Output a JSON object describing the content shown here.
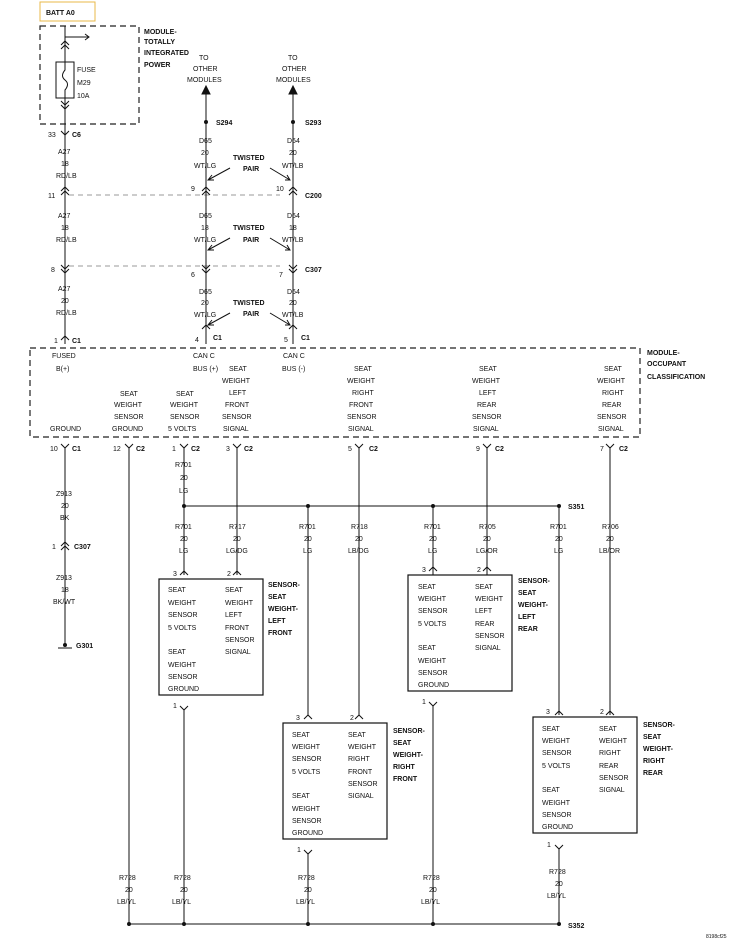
{
  "header": {
    "batt": "BATT A0"
  },
  "tipm": {
    "title": [
      "MODULE-",
      "TOTALLY",
      "INTEGRATED",
      "POWER"
    ],
    "fuse": [
      "FUSE",
      "M29",
      "10A"
    ]
  },
  "to_other": [
    "TO",
    "OTHER",
    "MODULES"
  ],
  "splices": {
    "s294": "S294",
    "s293": "S293",
    "s351": "S351",
    "s352": "S352"
  },
  "connectors": {
    "c6": "C6",
    "c200": "C200",
    "c307": "C307",
    "c1": "C1",
    "c2": "C2"
  },
  "twisted": [
    "TWISTED",
    "PAIR"
  ],
  "wires": {
    "a27_18": [
      "A27",
      "18",
      "RD/LB"
    ],
    "a27_20": [
      "A27",
      "20",
      "RD/LB"
    ],
    "d65_20": [
      "D65",
      "20",
      "WT/LG"
    ],
    "d65_18": [
      "D65",
      "18",
      "WT/LG"
    ],
    "d64_20": [
      "D64",
      "20",
      "WT/LB"
    ],
    "d64_18": [
      "D64",
      "18",
      "WT/LB"
    ],
    "z913_20": [
      "Z913",
      "20",
      "BK"
    ],
    "z913_18": [
      "Z913",
      "18",
      "BK/WT"
    ],
    "r701": [
      "R701",
      "20",
      "LG"
    ],
    "r717": [
      "R717",
      "20",
      "LG/DG"
    ],
    "r718": [
      "R718",
      "20",
      "LB/DG"
    ],
    "r705": [
      "R705",
      "20",
      "LG/OR"
    ],
    "r706": [
      "R706",
      "20",
      "LB/OR"
    ],
    "r728": [
      "R728",
      "20",
      "LB/YL"
    ]
  },
  "pins": {
    "p33": "33",
    "p11": "11",
    "p9": "9",
    "p10": "10",
    "p8": "8",
    "p6": "6",
    "p7": "7",
    "p1": "1",
    "p4": "4",
    "p5": "5",
    "p12": "12",
    "p3": "3",
    "p2": "2"
  },
  "ocm": {
    "title": [
      "MODULE-",
      "OCCUPANT",
      "CLASSIFICATION"
    ],
    "fused": [
      "FUSED",
      "B(+)"
    ],
    "canc_plus": [
      "CAN C",
      "BUS (+)"
    ],
    "canc_minus": [
      "CAN C",
      "BUS (-)"
    ],
    "ground": "GROUND",
    "sws_ground": [
      "SEAT",
      "WEIGHT",
      "SENSOR",
      "GROUND"
    ],
    "sws_5v": [
      "SEAT",
      "WEIGHT",
      "SENSOR",
      "5 VOLTS"
    ],
    "lf_signal": [
      "SEAT",
      "WEIGHT",
      "LEFT",
      "FRONT",
      "SENSOR",
      "SIGNAL"
    ],
    "rf_signal": [
      "SEAT",
      "WEIGHT",
      "RIGHT",
      "FRONT",
      "SENSOR",
      "SIGNAL"
    ],
    "lr_signal": [
      "SEAT",
      "WEIGHT",
      "LEFT",
      "REAR",
      "SENSOR",
      "SIGNAL"
    ],
    "rr_signal": [
      "SEAT",
      "WEIGHT",
      "RIGHT",
      "REAR",
      "SENSOR",
      "SIGNAL"
    ]
  },
  "ground_label": "G301",
  "sensors": {
    "sens_5v": [
      "SEAT",
      "WEIGHT",
      "SENSOR",
      "5 VOLTS"
    ],
    "sens_gnd": [
      "SEAT",
      "WEIGHT",
      "SENSOR",
      "GROUND"
    ],
    "lf": {
      "signal": [
        "SEAT",
        "WEIGHT",
        "LEFT",
        "FRONT",
        "SENSOR",
        "SIGNAL"
      ],
      "title": [
        "SENSOR-",
        "SEAT",
        "WEIGHT-",
        "LEFT",
        "FRONT"
      ]
    },
    "lr": {
      "signal": [
        "SEAT",
        "WEIGHT",
        "LEFT",
        "REAR",
        "SENSOR",
        "SIGNAL"
      ],
      "title": [
        "SENSOR-",
        "SEAT",
        "WEIGHT-",
        "LEFT",
        "REAR"
      ]
    },
    "rf": {
      "signal": [
        "SEAT",
        "WEIGHT",
        "RIGHT",
        "FRONT",
        "SENSOR",
        "SIGNAL"
      ],
      "title": [
        "SENSOR-",
        "SEAT",
        "WEIGHT-",
        "RIGHT",
        "FRONT"
      ]
    },
    "rr": {
      "signal": [
        "SEAT",
        "WEIGHT",
        "RIGHT",
        "REAR",
        "SENSOR",
        "SIGNAL"
      ],
      "title": [
        "SENSOR-",
        "SEAT",
        "WEIGHT-",
        "RIGHT",
        "REAR"
      ]
    }
  },
  "figure_id": "8198cf25"
}
